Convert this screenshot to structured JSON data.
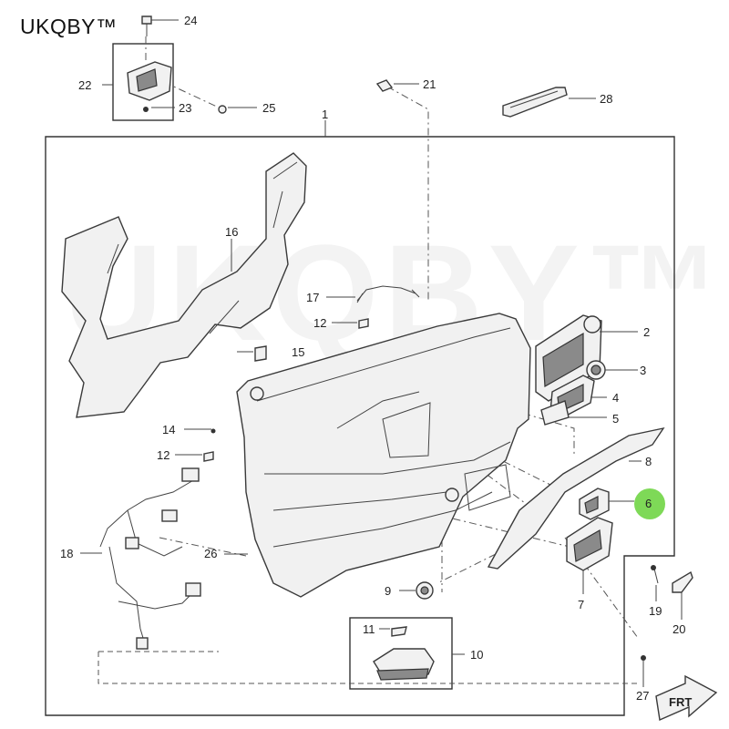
{
  "brand": {
    "name": "UKQBY™"
  },
  "watermark": {
    "text": "UKQBY™"
  },
  "highlight_color": "#7ed957",
  "callouts": {
    "c1": "1",
    "c2": "2",
    "c3": "3",
    "c4": "4",
    "c5": "5",
    "c6": "6",
    "c7": "7",
    "c8": "8",
    "c9": "9",
    "c10": "10",
    "c11": "11",
    "c12a": "12",
    "c12b": "12",
    "c14": "14",
    "c15": "15",
    "c16": "16",
    "c17": "17",
    "c18": "18",
    "c19": "19",
    "c20": "20",
    "c21": "21",
    "c22": "22",
    "c23": "23",
    "c24": "24",
    "c25": "25",
    "c26": "26",
    "c27": "27",
    "c28": "28"
  },
  "front_arrow": {
    "label": "FRT"
  }
}
